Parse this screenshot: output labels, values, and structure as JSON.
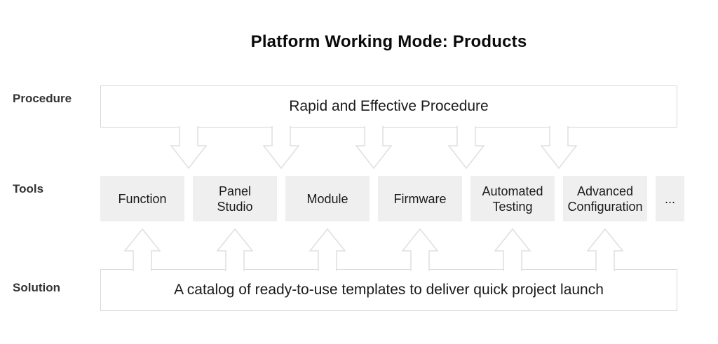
{
  "title": "Platform Working Mode: Products",
  "procedure_row": {
    "label": "Procedure",
    "box_text": "Rapid and Effective Procedure"
  },
  "tools_row": {
    "label": "Tools",
    "items": [
      "Function",
      "Panel\nStudio",
      "Module",
      "Firmware",
      "Automated\nTesting",
      "Advanced\nConfiguration",
      "..."
    ]
  },
  "solution_row": {
    "label": "Solution",
    "box_text": "A catalog of ready-to-use templates to deliver quick project launch"
  },
  "connectors": {
    "down_arrow_count": 5,
    "up_arrow_count": 6
  },
  "colors": {
    "background": "#ffffff",
    "tool_box_fill": "#efefef",
    "box_border": "#d7d7d7",
    "arrow_stroke": "#dfdfdf",
    "title_color": "#0a0a0a",
    "label_color": "#333333",
    "text_color": "#1a1a1a"
  }
}
